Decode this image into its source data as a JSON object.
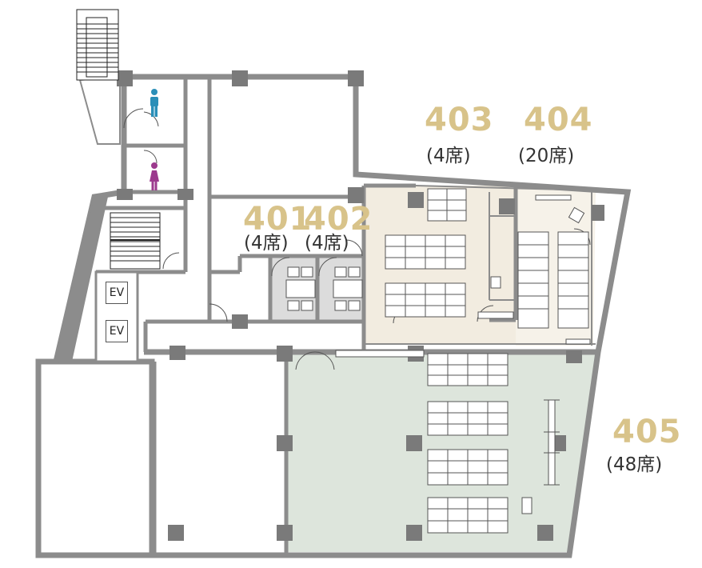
{
  "colors": {
    "wall": "#8c8c8c",
    "pillar": "#7a7a7a",
    "room_403": "#f2ece0",
    "room_404": "#f6f2e9",
    "room_405": "#dde5dc",
    "booths": "#dcdcdc",
    "label": "#d8c38a",
    "male_icon": "#2b8fb8",
    "female_icon": "#9c3a8e"
  },
  "icons": {
    "male": "male-restroom-icon",
    "female": "female-restroom-icon"
  },
  "rooms": {
    "r401": {
      "number": "401",
      "seats": "(4席)"
    },
    "r402": {
      "number": "402",
      "seats": "(4席)"
    },
    "r403": {
      "number": "403",
      "seats": "(4席)"
    },
    "r404": {
      "number": "404",
      "seats": "(20席)"
    },
    "r405": {
      "number": "405",
      "seats": "(48席)"
    }
  },
  "elevators": [
    "EV",
    "EV"
  ]
}
